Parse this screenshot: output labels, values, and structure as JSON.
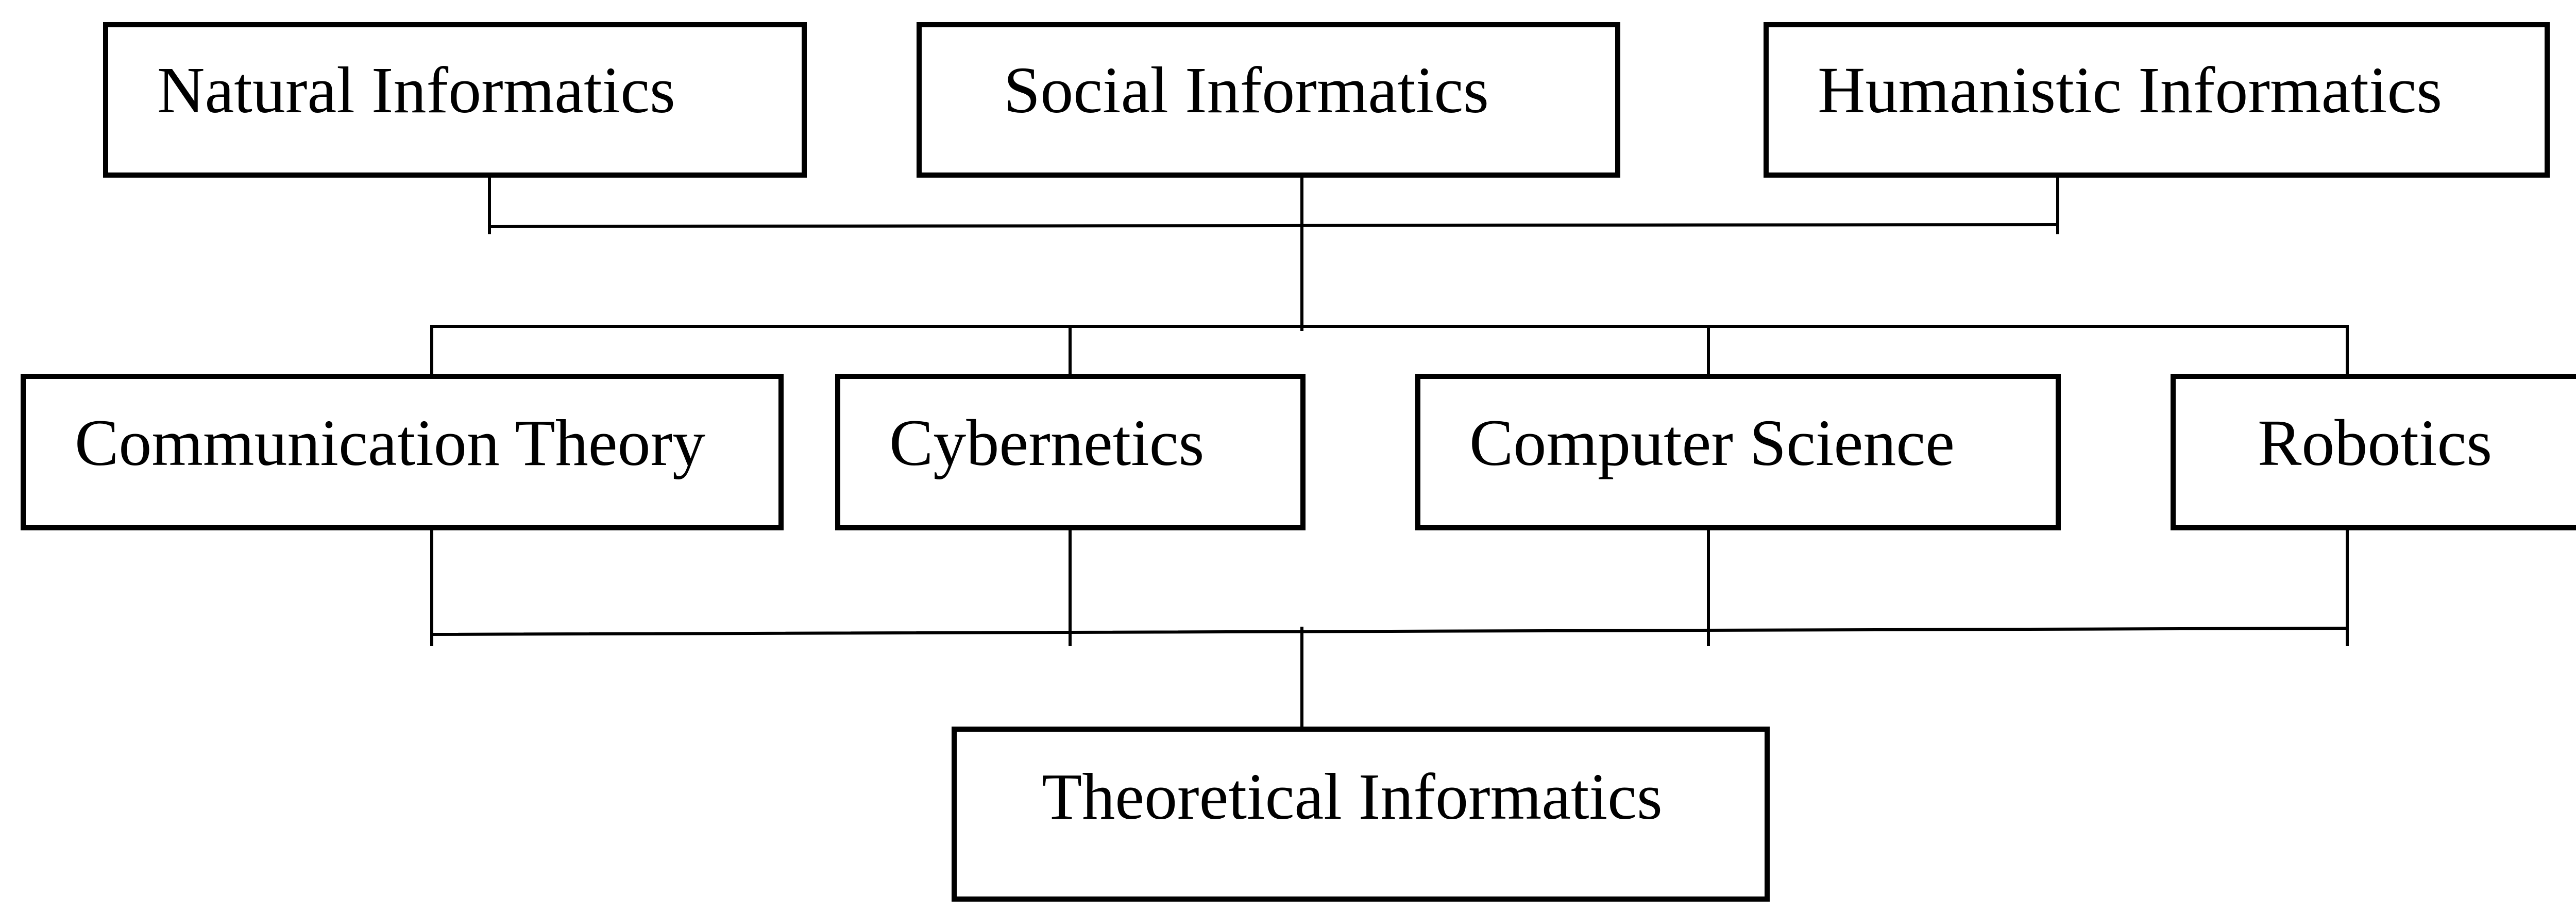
{
  "diagram": {
    "top_row": [
      {
        "label": "Natural Informatics"
      },
      {
        "label": "Social Informatics"
      },
      {
        "label": "Humanistic Informatics"
      }
    ],
    "middle_row": [
      {
        "label": "Communication Theory"
      },
      {
        "label": "Cybernetics"
      },
      {
        "label": "Computer Science"
      },
      {
        "label": "Robotics"
      }
    ],
    "bottom": {
      "label": "Theoretical Informatics"
    }
  }
}
